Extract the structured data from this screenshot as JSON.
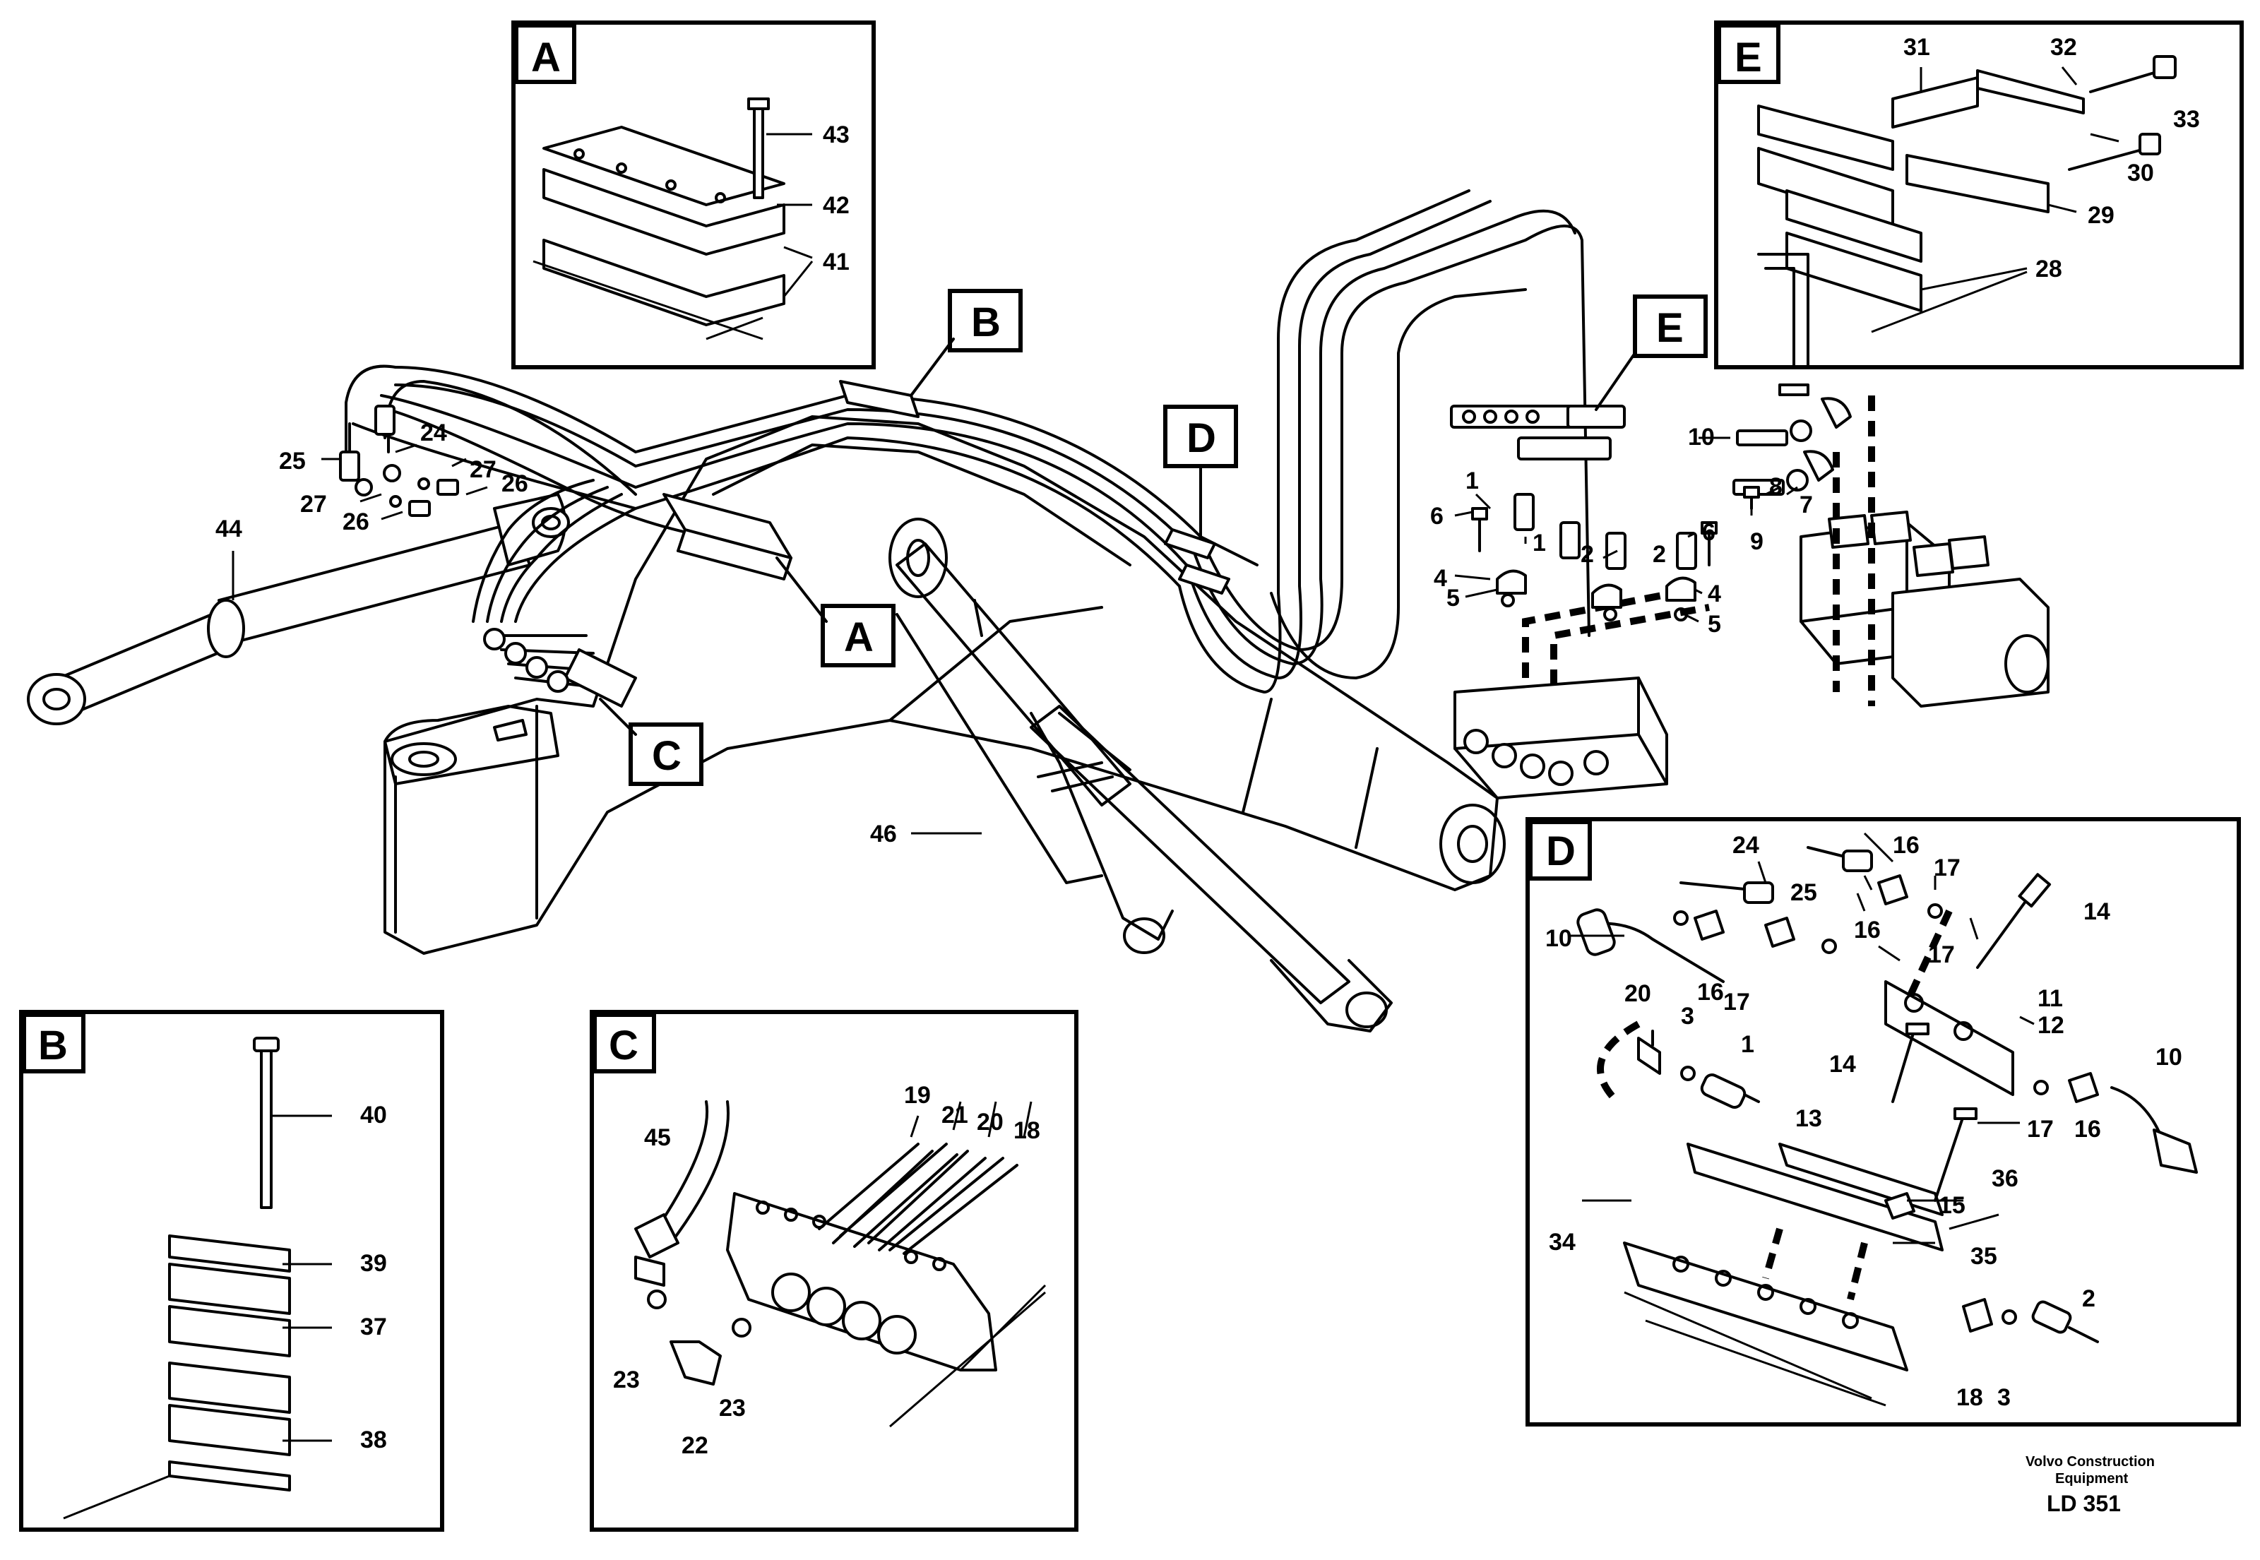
{
  "detail_letters": {
    "A": "A",
    "B": "B",
    "C": "C",
    "D": "D",
    "E": "E"
  },
  "callouts": {
    "inset_A": [
      "43",
      "42",
      "41"
    ],
    "inset_E": [
      "31",
      "32",
      "33",
      "30",
      "29",
      "28"
    ],
    "main": [
      "24",
      "25",
      "27",
      "26",
      "27",
      "26",
      "44",
      "46",
      "1",
      "6",
      "1",
      "2",
      "2",
      "6",
      "4",
      "5",
      "4",
      "5",
      "10",
      "7",
      "8",
      "9"
    ],
    "inset_D": [
      "24",
      "16",
      "25",
      "17",
      "10",
      "16",
      "17",
      "16",
      "17",
      "14",
      "11",
      "12",
      "20",
      "3",
      "1",
      "14",
      "13",
      "10",
      "17",
      "16",
      "36",
      "15",
      "34",
      "35",
      "18",
      "3",
      "2"
    ],
    "inset_B": [
      "40",
      "39",
      "37",
      "38"
    ],
    "inset_C": [
      "19",
      "21",
      "20",
      "18",
      "45",
      "23",
      "23",
      "22"
    ]
  },
  "footer": {
    "line1": "Volvo Construction",
    "line2": "Equipment",
    "code": "LD 351"
  }
}
